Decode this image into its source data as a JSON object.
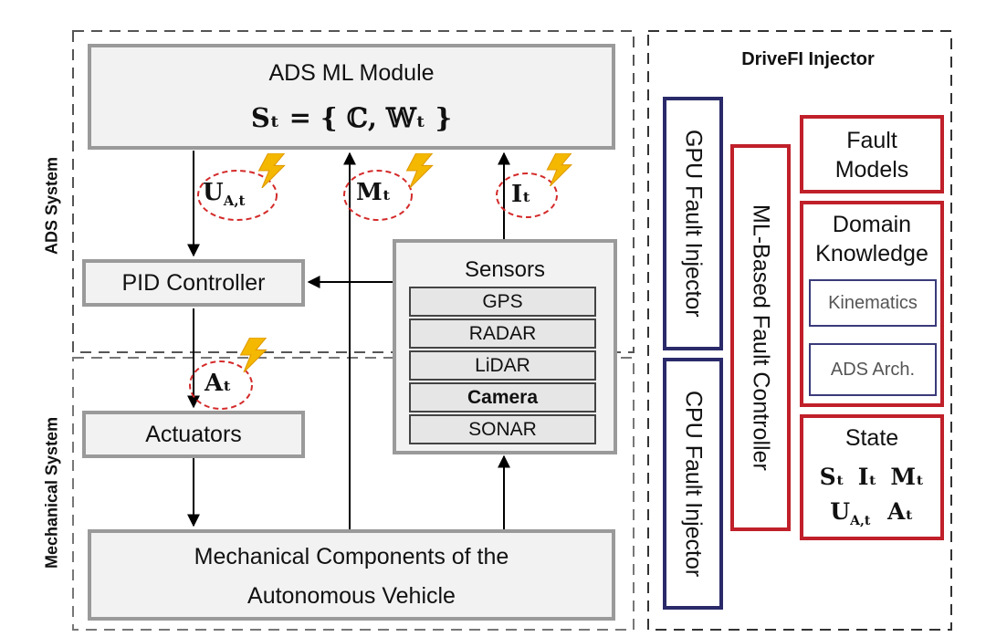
{
  "ads_system_label": "ADS System",
  "mechanical_system_label": "Mechanical System",
  "ml_module": {
    "title": "ADS ML Module",
    "state_lhs": "Sₜ",
    "state_eq": "= {",
    "set_c": "ℂ",
    "comma": ",",
    "set_w": "𝕎ₜ",
    "close": "}"
  },
  "signals": {
    "u": "U",
    "u_sub": "A,t",
    "m": "Mₜ",
    "i": "Iₜ",
    "a": "Aₜ"
  },
  "pid_controller": "PID Controller",
  "actuators": "Actuators",
  "sensors": {
    "title": "Sensors",
    "items": [
      "GPS",
      "RADAR",
      "LiDAR",
      "Camera",
      "SONAR"
    ]
  },
  "mechanical_components": {
    "line1": "Mechanical Components of the",
    "line2": "Autonomous Vehicle"
  },
  "drivefi": {
    "title": "DriveFI Injector",
    "gpu_injector": "GPU Fault Injector",
    "cpu_injector": "CPU Fault Injector",
    "ml_controller": "ML-Based Fault Controller",
    "fault_models": {
      "line1": "Fault",
      "line2": "Models"
    },
    "domain_knowledge": {
      "line1": "Domain",
      "line2": "Knowledge"
    },
    "kinematics": "Kinematics",
    "ads_arch": "ADS Arch.",
    "state": {
      "title": "State",
      "s": "Sₜ",
      "i": "Iₜ",
      "m": "Mₜ",
      "u": "U",
      "u_sub": "A,t",
      "a": "Aₜ"
    }
  },
  "colors": {
    "red": "#c0202a",
    "navy": "#2a2a6a",
    "gray_border": "#9a9a9a",
    "fault_bolt": "#f5b800"
  },
  "icons": [
    "lightning-bolt-icon"
  ]
}
